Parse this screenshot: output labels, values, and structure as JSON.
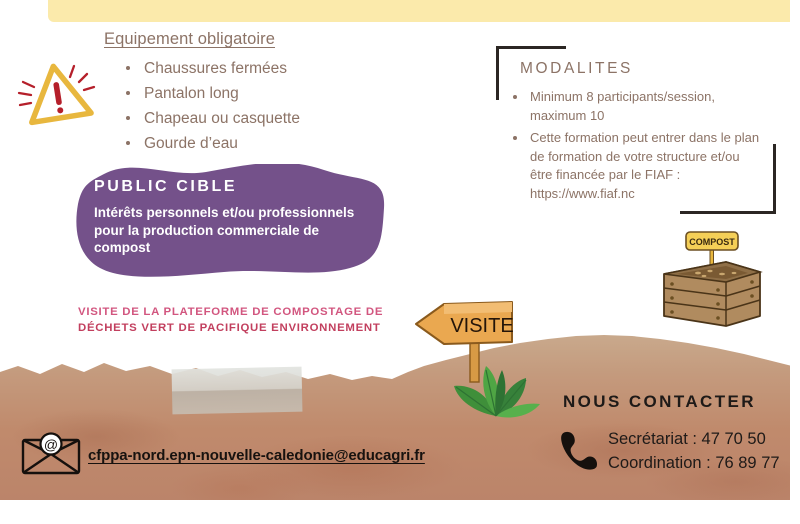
{
  "banner": {
    "name": "top-yellow-banner",
    "color": "#fbeaab"
  },
  "equipment": {
    "title": "Equipement obligatoire",
    "items": [
      "Chaussures fermées",
      "Pantalon long",
      "Chapeau ou casquette",
      "Gourde d’eau"
    ],
    "icon": "warning-triangle-icon",
    "text_color": "#8c7366"
  },
  "modalites": {
    "title": "MODALITES",
    "items": [
      "Minimum 8 participants/session, maximum 10",
      "Cette formation peut entrer dans le plan de formation de votre structure et/ou être financée par le FIAF : https://www.fiaf.nc"
    ],
    "bracket_color": "#2b2623"
  },
  "public_cible": {
    "title": "PUBLIC CIBLE",
    "body": "Intérêts personnels et/ou professionnels pour la production commerciale de compost",
    "bg_color": "#74518a"
  },
  "visite": {
    "caption_line1": "VISITE DE LA PLATEFORME DE COMPOSTAGE DE",
    "caption_line2": "DÉCHETS VERT DE PACIFIQUE ENVIRONNEMENT",
    "sign_label": "VISITE",
    "caption_color": "#d2567f"
  },
  "compost": {
    "sign_label": "COMPOST"
  },
  "contact": {
    "title": "NOUS CONTACTER",
    "lines": [
      "Secrétariat : 47 70 50",
      "Coordination : 76 89 77"
    ],
    "phone_icon": "phone-icon",
    "email": "cfppa-nord.epn-nouvelle-caledonie@educagri.fr",
    "email_icon": "envelope-at-icon"
  }
}
